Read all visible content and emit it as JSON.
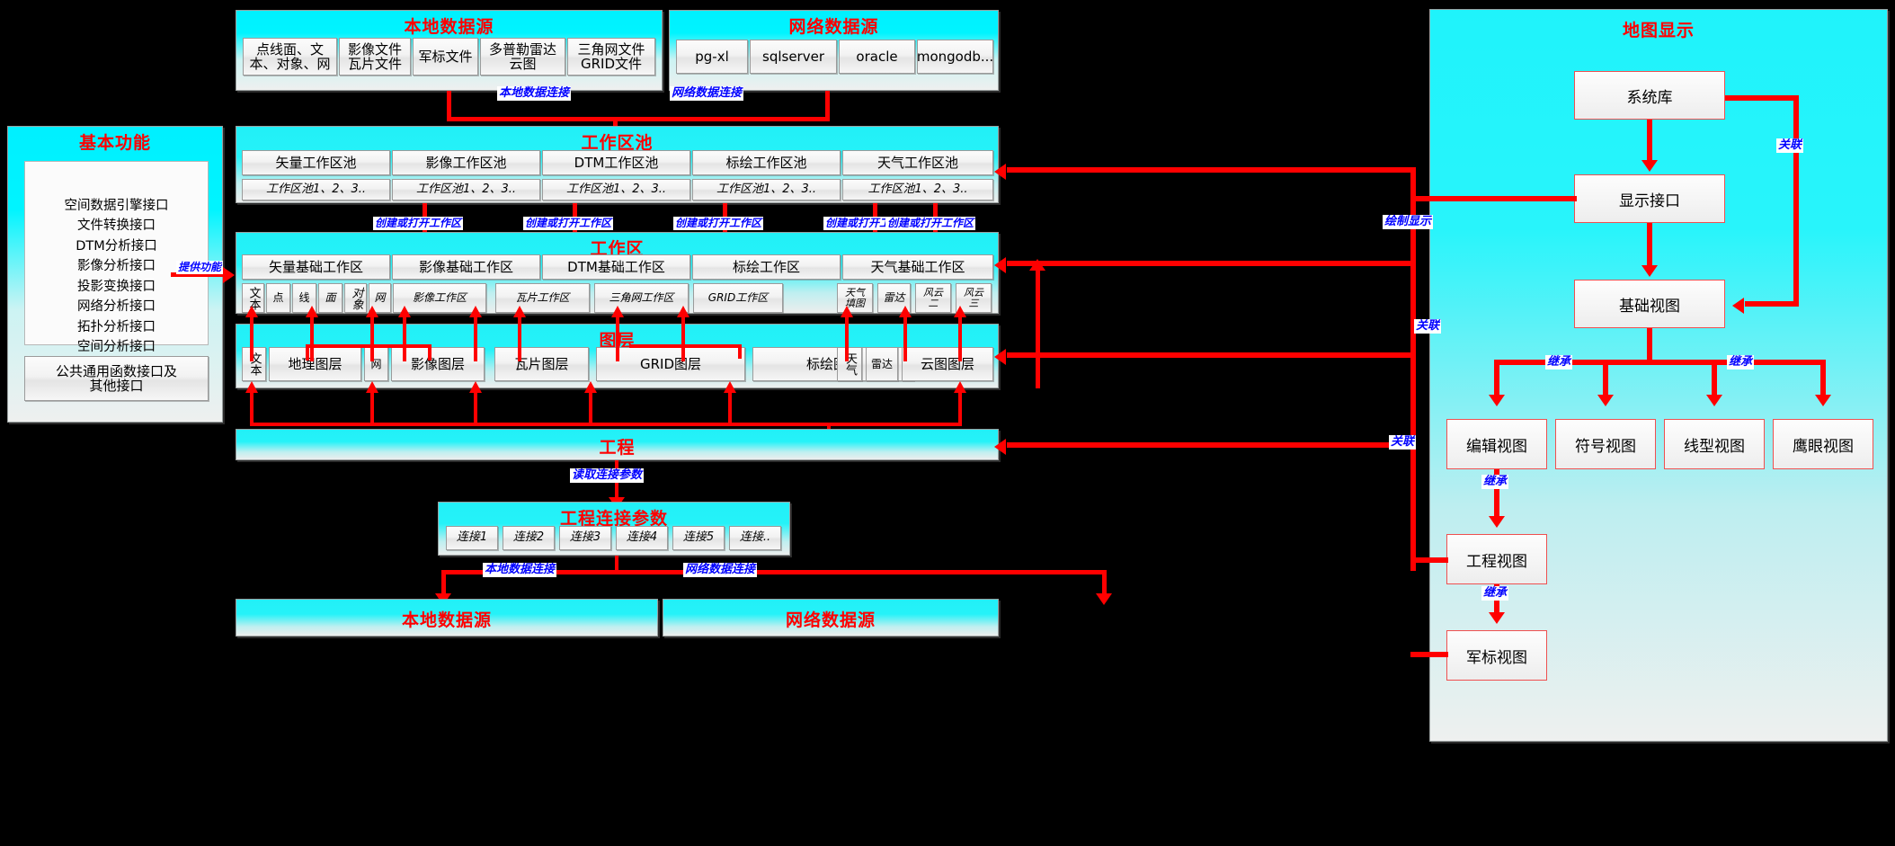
{
  "colors": {
    "accent_red": "#ff0000",
    "label_blue": "#0000ff",
    "panel_cyan": "#00f0ff",
    "box_border": "#ef5050"
  },
  "local_source_top": {
    "title": "本地数据源",
    "items": [
      "点线面、文\n本、对象、网",
      "影像文件\n瓦片文件",
      "军标文件",
      "多普勒雷达\n云图",
      "三角网文件\nGRID文件"
    ]
  },
  "network_source_top": {
    "title": "网络数据源",
    "items": [
      "pg-xl",
      "sqlserver",
      "oracle",
      "mongodb..."
    ]
  },
  "basic_functions": {
    "title": "基本功能",
    "interfaces": [
      "空间数据引擎接口",
      "文件转换接口",
      "DTM分析接口",
      "影像分析接口",
      "投影变换接口",
      "网络分析接口",
      "拓扑分析接口",
      "空间分析接口",
      "…………"
    ],
    "footer": "公共通用函数接口及\n其他接口"
  },
  "workarea_pool": {
    "title": "工作区池",
    "columns": [
      "矢量工作区池",
      "影像工作区池",
      "DTM工作区池",
      "标绘工作区池",
      "天气工作区池"
    ],
    "sub_label": "工作区池1、2、3.."
  },
  "workarea": {
    "title": "工作区",
    "columns": [
      "矢量基础工作区",
      "影像基础工作区",
      "DTM基础工作区",
      "标绘工作区",
      "天气基础工作区"
    ],
    "chips": [
      "文本",
      "点",
      "线",
      "面",
      "对象",
      "网",
      "影像工作区",
      "瓦片工作区",
      "三角网工作区",
      "GRID工作区",
      "天气\n填图",
      "雷达",
      "风云\n二",
      "风云\n三"
    ]
  },
  "layers": {
    "title": "图层",
    "chips": [
      "文本",
      "地理图层",
      "网",
      "影像图层",
      "瓦片图层",
      "GRID图层",
      "标绘图层",
      "天气",
      "雷达",
      "云图图层"
    ]
  },
  "project": {
    "title": "工程"
  },
  "project_conn": {
    "title": "工程连接参数",
    "items": [
      "连接1",
      "连接2",
      "连接3",
      "连接4",
      "连接5",
      "连接.."
    ]
  },
  "local_source_bottom": {
    "title": "本地数据源"
  },
  "network_source_bottom": {
    "title": "网络数据源"
  },
  "map_display": {
    "title": "地图显示",
    "nodes": {
      "system_lib": "系统库",
      "display_iface": "显示接口",
      "base_view": "基础视图",
      "edit_view": "编辑视图",
      "symbol_view": "符号视图",
      "linetype_view": "线型视图",
      "eagle_view": "鹰眼视图",
      "project_view": "工程视图",
      "milmark_view": "军标视图"
    }
  },
  "edge_labels": {
    "local_conn": "本地数据连接",
    "network_conn": "网络数据连接",
    "create_open_wa": "创建或打开工作区",
    "provide_func": "提供功能",
    "read_conn_params": "读取连接参数",
    "draw_display": "绘制显示",
    "associate": "关联",
    "inherit": "继承"
  }
}
